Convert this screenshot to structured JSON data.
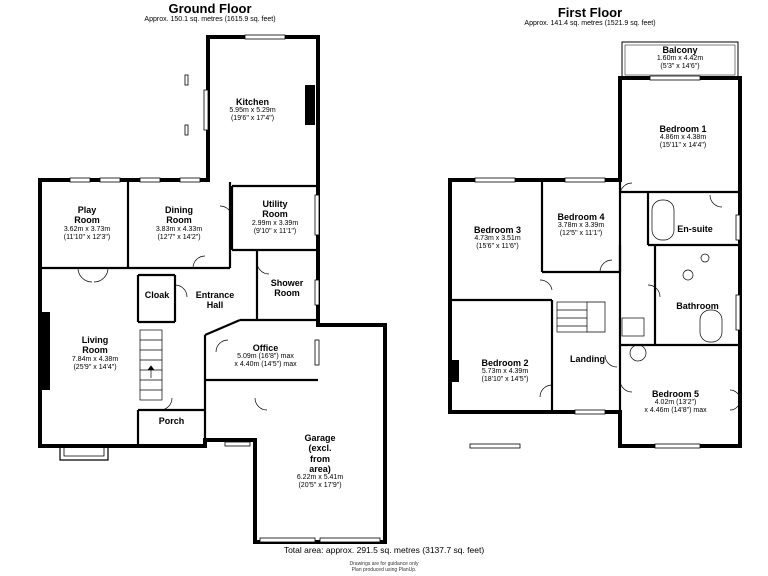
{
  "ground_floor": {
    "title": "Ground Floor",
    "area": "Approx. 150.1 sq. metres (1615.9 sq. feet)",
    "rooms": {
      "kitchen": {
        "name": "Kitchen",
        "dims": [
          "5.95m x 5.29m",
          "(19'6\" x 17'4\")"
        ]
      },
      "play_room": {
        "name": "Play\nRoom",
        "dims": [
          "3.62m x 3.73m",
          "(11'10\" x 12'3\")"
        ]
      },
      "dining_room": {
        "name": "Dining\nRoom",
        "dims": [
          "3.83m x 4.33m",
          "(12'7\" x 14'2\")"
        ]
      },
      "utility_room": {
        "name": "Utility\nRoom",
        "dims": [
          "2.99m x 3.39m",
          "(9'10\" x 11'1\")"
        ]
      },
      "cloak": {
        "name": "Cloak",
        "dims": []
      },
      "entrance_hall": {
        "name": "Entrance\nHall",
        "dims": []
      },
      "shower_room": {
        "name": "Shower\nRoom",
        "dims": []
      },
      "living_room": {
        "name": "Living\nRoom",
        "dims": [
          "7.84m x 4.38m",
          "(25'9\" x 14'4\")"
        ]
      },
      "office": {
        "name": "Office",
        "dims": [
          "5.09m (16'8\") max",
          "x 4.40m (14'5\") max"
        ]
      },
      "porch": {
        "name": "Porch",
        "dims": []
      },
      "garage": {
        "name": "Garage\n(excl.\nfrom\narea)",
        "dims": [
          "6.22m x 5.41m",
          "(20'5\" x 17'9\")"
        ]
      }
    }
  },
  "first_floor": {
    "title": "First Floor",
    "area": "Approx. 141.4 sq. metres (1521.9 sq. feet)",
    "rooms": {
      "balcony": {
        "name": "Balcony",
        "dims": [
          "1.60m x 4.42m",
          "(5'3\" x 14'6\")"
        ]
      },
      "bedroom1": {
        "name": "Bedroom 1",
        "dims": [
          "4.86m x 4.38m",
          "(15'11\" x 14'4\")"
        ]
      },
      "bedroom3": {
        "name": "Bedroom 3",
        "dims": [
          "4.73m x 3.51m",
          "(15'6\" x 11'6\")"
        ]
      },
      "bedroom4": {
        "name": "Bedroom 4",
        "dims": [
          "3.78m x 3.39m",
          "(12'5\" x 11'1\")"
        ]
      },
      "ensuite": {
        "name": "En-suite",
        "dims": []
      },
      "bathroom": {
        "name": "Bathroom",
        "dims": []
      },
      "bedroom2": {
        "name": "Bedroom 2",
        "dims": [
          "5.73m x 4.39m",
          "(18'10\" x 14'5\")"
        ]
      },
      "landing": {
        "name": "Landing",
        "dims": []
      },
      "bedroom5": {
        "name": "Bedroom 5",
        "dims": [
          "4.02m (13'2\")",
          "x 4.46m (14'8\") max"
        ]
      }
    }
  },
  "total_area": "Total area: approx. 291.5 sq. metres (3137.7 sq. feet)",
  "footer": {
    "line1": "Drawings are for guidance only",
    "line2": "Plan produced using PlanUp."
  }
}
